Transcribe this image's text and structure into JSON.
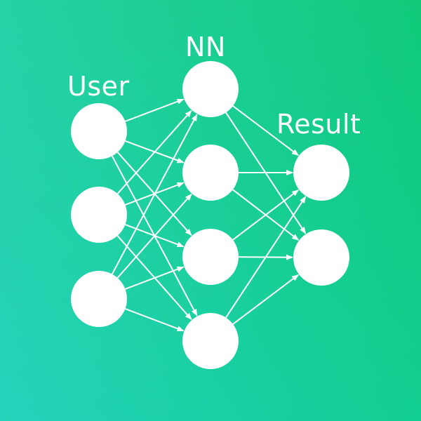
{
  "layers": [
    {
      "label": "User",
      "node_count": 3
    },
    {
      "label": "NN",
      "node_count": 4
    },
    {
      "label": "Result",
      "node_count": 2
    }
  ],
  "colors": {
    "background_top_left": "#34D6B3",
    "background_bottom_left": "#26D2C7",
    "background_top_right": "#09C46A",
    "background_bottom_right": "#0DD39A",
    "node": "#FFFFFF",
    "arrow": "#FFFFFF",
    "label": "#FFFFFF"
  }
}
